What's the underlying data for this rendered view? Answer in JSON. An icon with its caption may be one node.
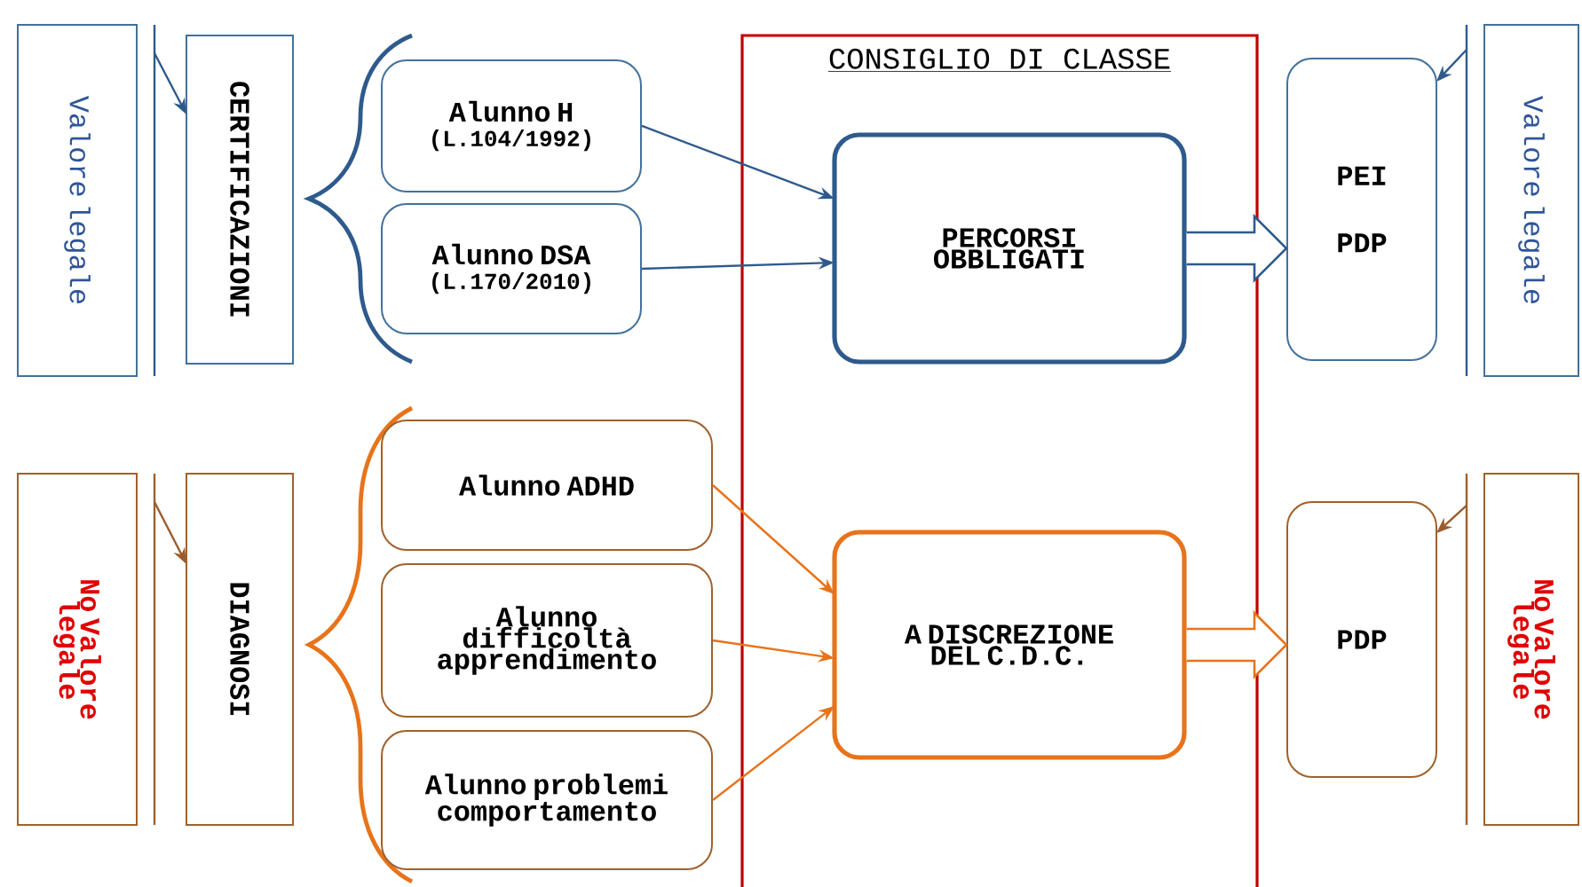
{
  "diagram": {
    "nodes": [
      {
        "text": [
          "Valore legale"
        ]
      },
      {
        "text": [
          "CERTIFICAZIONI"
        ]
      },
      {
        "text": [
          "Alunno H",
          "(L.104/1992)"
        ]
      },
      {
        "text": [
          "Alunno DSA",
          "(L.170/2010)"
        ]
      },
      {
        "text": [
          "CONSIGLIO DI CLASSE"
        ]
      },
      {
        "text": [
          "PERCORSI OBBLIGATI"
        ],
        "in": 4
      },
      {
        "text": [
          "PEI",
          "PDP"
        ]
      },
      {
        "text": [
          "Valore legale"
        ]
      },
      {
        "text": [
          "No Valore legale"
        ]
      },
      {
        "text": [
          "DIAGNOSI"
        ]
      },
      {
        "text": [
          "Alunno ADHD"
        ]
      },
      {
        "text": [
          "Alunno difficoltà apprendimento"
        ]
      },
      {
        "text": [
          "Alunno problemi comportamento"
        ]
      },
      {
        "text": [
          "A DISCREZIONE DEL C.D.C."
        ],
        "in": 4
      },
      {
        "text": [
          "PDP"
        ]
      },
      {
        "text": [
          "No Valore legale"
        ]
      }
    ],
    "edges": [
      {
        "from": 0,
        "to": 1,
        "arrow": "to"
      },
      {
        "from": 2,
        "to": 5,
        "arrow": "to"
      },
      {
        "from": 3,
        "to": 5,
        "arrow": "to"
      },
      {
        "from": 5,
        "to": 6,
        "arrow": "to",
        "style": "thick"
      },
      {
        "from": 7,
        "to": 6,
        "arrow": "to"
      },
      {
        "from": 8,
        "to": 9,
        "arrow": "to",
        "color": "#9c5b2a"
      },
      {
        "from": 10,
        "to": 13,
        "arrow": "to",
        "color": "#e8731a"
      },
      {
        "from": 11,
        "to": 13,
        "arrow": "to",
        "color": "#e8731a"
      },
      {
        "from": 12,
        "to": 13,
        "arrow": "to",
        "color": "#e8731a"
      },
      {
        "from": 13,
        "to": 14,
        "arrow": "to",
        "style": "thick",
        "color": "#e8731a"
      },
      {
        "from": 15,
        "to": 14,
        "arrow": "to",
        "color": "#9c5b2a"
      }
    ]
  }
}
